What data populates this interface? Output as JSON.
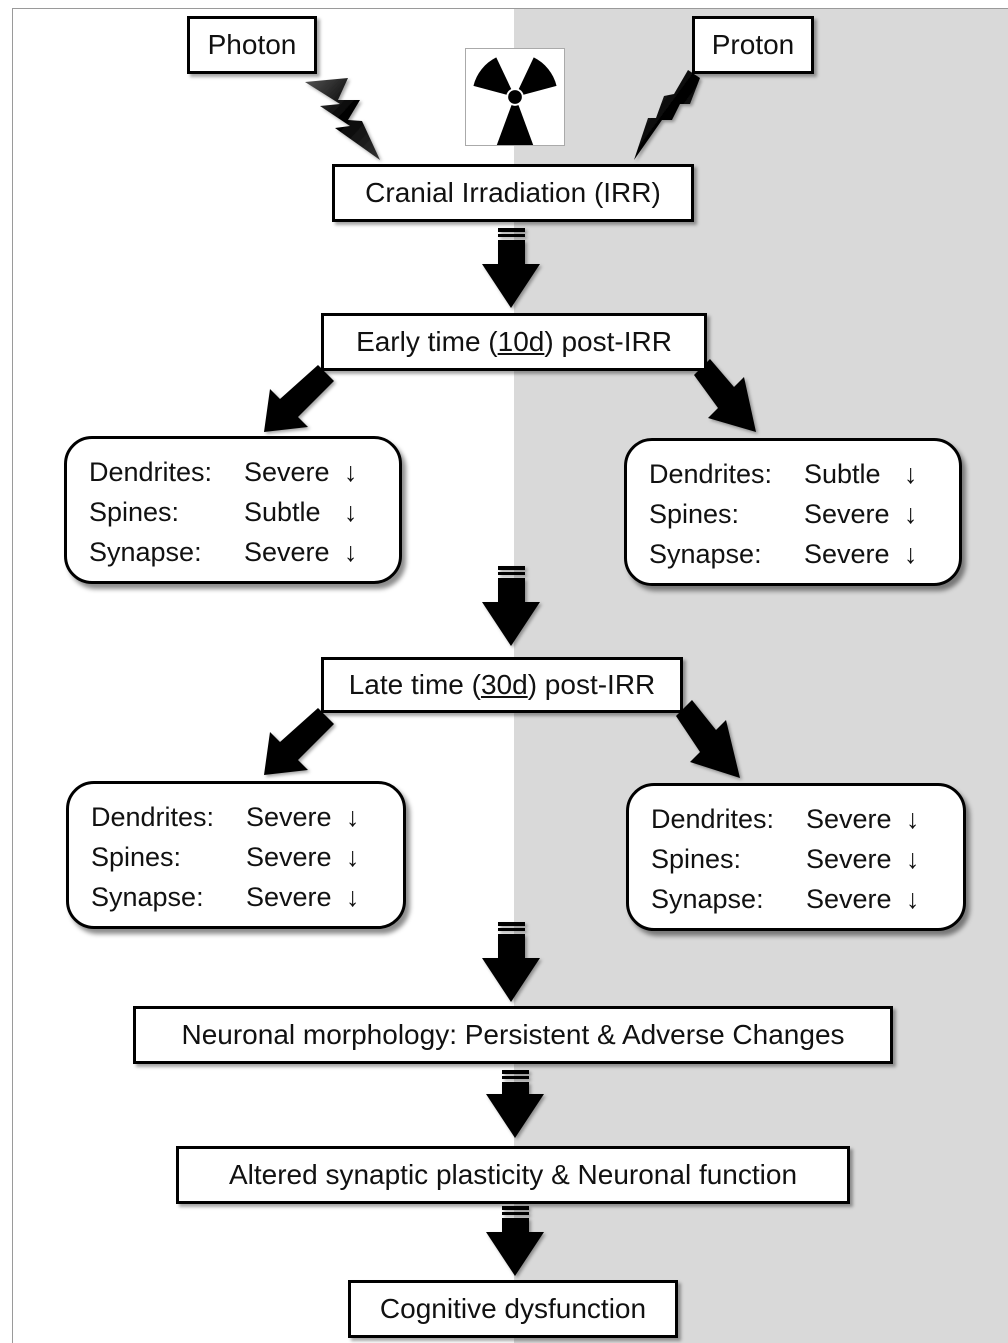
{
  "sources": {
    "left": "Photon",
    "right": "Proton"
  },
  "icons": {
    "radiation": "radiation-trefoil-icon",
    "flow_arrow": "down-arrow-icon",
    "bolt": "lightning-bolt-icon"
  },
  "colors": {
    "left_panel": "#ffffff",
    "right_panel": "#d9d9d9",
    "arrow": "#000000"
  },
  "steps": {
    "irradiation": "Cranial Irradiation (IRR)",
    "early": {
      "prefix": "Early time (",
      "time": "10d",
      "suffix": ") post-IRR"
    },
    "late": {
      "prefix": "Late time (",
      "time": "30d",
      "suffix": ") post-IRR"
    },
    "morphology": "Neuronal morphology: Persistent & Adverse Changes",
    "plasticity": "Altered synaptic plasticity & Neuronal function",
    "cognitive": "Cognitive dysfunction"
  },
  "early_effects": {
    "photon": [
      {
        "label": "Dendrites:",
        "level": "Severe",
        "arrow": "↓"
      },
      {
        "label": "Spines:",
        "level": "Subtle",
        "arrow": "↓"
      },
      {
        "label": "Synapse:",
        "level": "Severe",
        "arrow": "↓"
      }
    ],
    "proton": [
      {
        "label": "Dendrites:",
        "level": "Subtle",
        "arrow": "↓"
      },
      {
        "label": "Spines:",
        "level": "Severe",
        "arrow": "↓"
      },
      {
        "label": "Synapse:",
        "level": "Severe",
        "arrow": "↓"
      }
    ]
  },
  "late_effects": {
    "photon": [
      {
        "label": "Dendrites:",
        "level": "Severe",
        "arrow": "↓"
      },
      {
        "label": "Spines:",
        "level": "Severe",
        "arrow": "↓"
      },
      {
        "label": "Synapse:",
        "level": "Severe",
        "arrow": "↓"
      }
    ],
    "proton": [
      {
        "label": "Dendrites:",
        "level": "Severe",
        "arrow": "↓"
      },
      {
        "label": "Spines:",
        "level": "Severe",
        "arrow": "↓"
      },
      {
        "label": "Synapse:",
        "level": "Severe",
        "arrow": "↓"
      }
    ]
  }
}
